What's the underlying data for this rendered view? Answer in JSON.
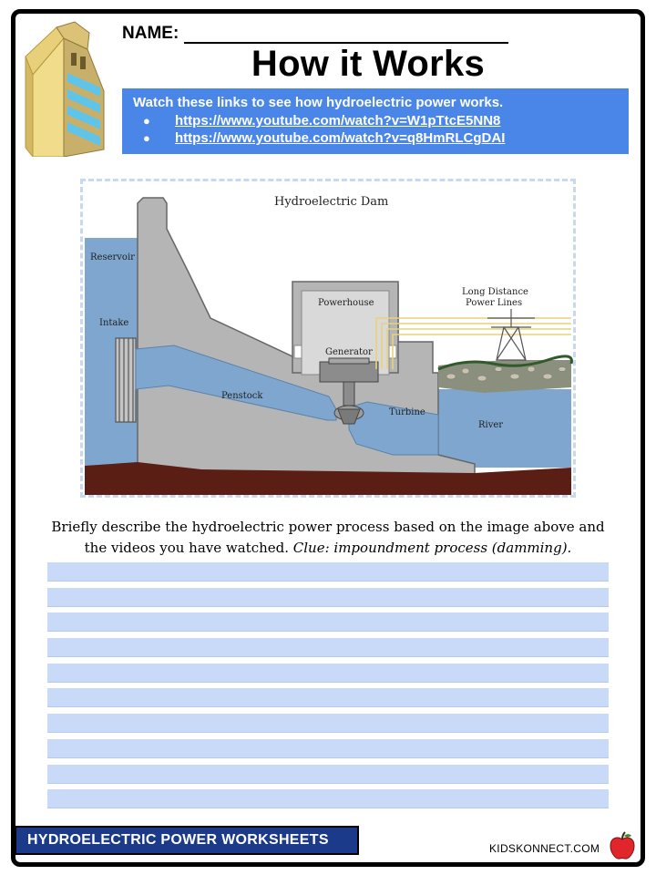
{
  "header": {
    "name_label": "NAME:",
    "title": "How it Works"
  },
  "links": {
    "intro": "Watch these links to see how hydroelectric power works.",
    "items": [
      {
        "bullet": "●",
        "url": "https://www.youtube.com/watch?v=W1pTtcE5NN8"
      },
      {
        "bullet": "●",
        "url": "https://www.youtube.com/watch?v=q8HmRLCgDAI"
      }
    ]
  },
  "diagram": {
    "title": "Hydroelectric Dam",
    "labels": {
      "reservoir": "Reservoir",
      "intake": "Intake",
      "powerhouse": "Powerhouse",
      "generator": "Generator",
      "penstock": "Penstock",
      "turbine": "Turbine",
      "river": "River",
      "power_lines_1": "Long Distance",
      "power_lines_2": "Power Lines"
    }
  },
  "prompt": {
    "text": "Briefly describe the hydroelectric power process based on the image above and the videos you have watched. ",
    "clue": "Clue: impoundment process (damming)."
  },
  "footer": {
    "badge": "HYDROELECTRIC POWER  WORKSHEETS",
    "site": "KIDSKONNECT.COM"
  },
  "colors": {
    "accent_blue": "#4a86e8",
    "answer_line": "#c9daf8",
    "footer_badge": "#1c3a8a",
    "water": "#7ea6cf",
    "concrete": "#b5b5b5",
    "earth": "#5a1e14"
  }
}
